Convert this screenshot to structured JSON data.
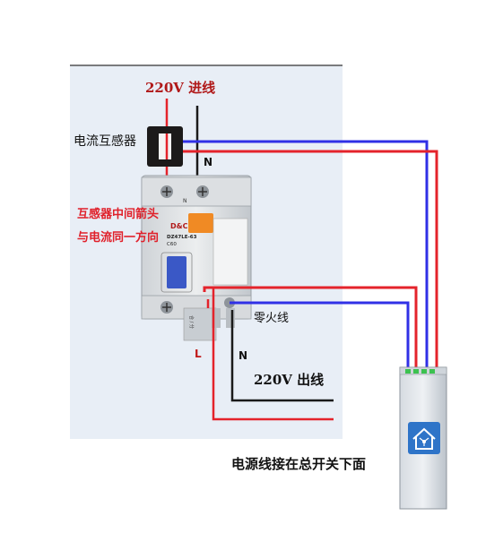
{
  "labels": {
    "current_transformer": "电流互感器",
    "input": "220V  进线",
    "note_line1": "互感器中间箭头",
    "note_line2": "与电流同一方向",
    "neutral_live": "零火线",
    "output": "220V  出线",
    "n_top": "N",
    "l_bottom": "L",
    "n_bottom": "N",
    "bottom_note": "电源线接在总开关下面"
  },
  "breaker_text": {
    "brand": "D&C",
    "model": "DZ47LE-63",
    "rating": "C60",
    "handle_tag": "合 / 分",
    "terminal_n": "N"
  },
  "colors": {
    "live_wire": "#e4232b",
    "neutral_wire": "#3030e6",
    "dark_wire": "#1a1a1a",
    "panel_bg": "#e8eef6",
    "device_body": "#c9cfd6",
    "handle": "#3a58c6",
    "test_button": "#f08a24"
  },
  "icons": {
    "device_logo": "house-network-icon"
  }
}
